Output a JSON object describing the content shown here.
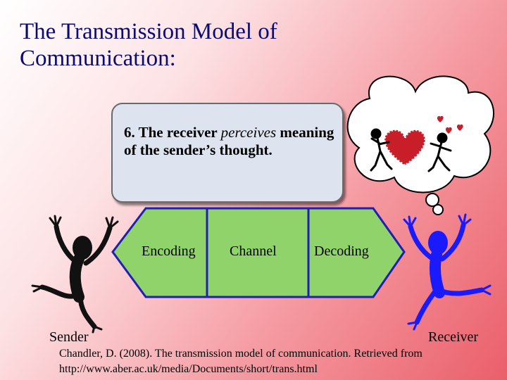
{
  "slide": {
    "title_line1": "The Transmission Model of",
    "title_line2": "Communication:"
  },
  "callout": {
    "text_prefix": "6. The receiver ",
    "text_emphasis": "perceives",
    "text_suffix": " meaning of the sender’s thought."
  },
  "process": {
    "encoding": "Encoding",
    "channel": "Channel",
    "decoding": "Decoding"
  },
  "figures": {
    "sender": "Sender",
    "receiver": "Receiver"
  },
  "citation": {
    "line1": "Chandler, D. (2008). The transmission model of communication. Retrieved from",
    "line2": "http://www.aber.ac.uk/media/Documents/short/trans.html"
  },
  "colors": {
    "title": "#0a0a72",
    "channel_fill": "#8fd36a",
    "channel_border": "#1f1fb8",
    "sender_figure": "#111111",
    "receiver_figure": "#1a1aff",
    "heart": "#c81e2a"
  }
}
